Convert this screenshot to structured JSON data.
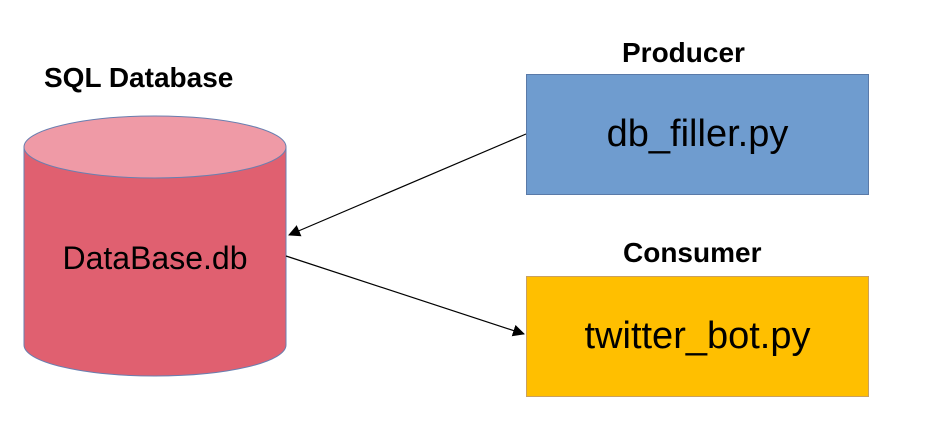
{
  "database": {
    "title": "SQL Database",
    "name": "DataBase.db",
    "body_color": "#e06070",
    "top_color": "#ef9aa6"
  },
  "producer": {
    "title": "Producer",
    "script": "db_filler.py",
    "color": "#6f9ccf"
  },
  "consumer": {
    "title": "Consumer",
    "script": "twitter_bot.py",
    "color": "#ffbf00"
  }
}
